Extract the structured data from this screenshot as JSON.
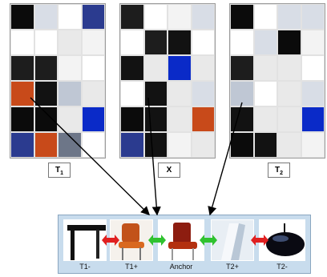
{
  "grids": [
    {
      "label_main": "T",
      "label_sub": "1"
    },
    {
      "label_main": "X",
      "label_sub": ""
    },
    {
      "label_main": "T",
      "label_sub": "2"
    }
  ],
  "strip": [
    {
      "caption": "T1-",
      "kind": "table"
    },
    {
      "caption": "T1+",
      "kind": "chair-orange"
    },
    {
      "caption": "Anchor",
      "kind": "chair-red"
    },
    {
      "caption": "T2+",
      "kind": "chair-white"
    },
    {
      "caption": "T2-",
      "kind": "lamp"
    }
  ],
  "relations": [
    "dissimilar",
    "similar",
    "similar",
    "dissimilar"
  ],
  "colors": {
    "similar": "#2fc22f",
    "dissimilar": "#e02020",
    "panel": "#c8dced"
  }
}
